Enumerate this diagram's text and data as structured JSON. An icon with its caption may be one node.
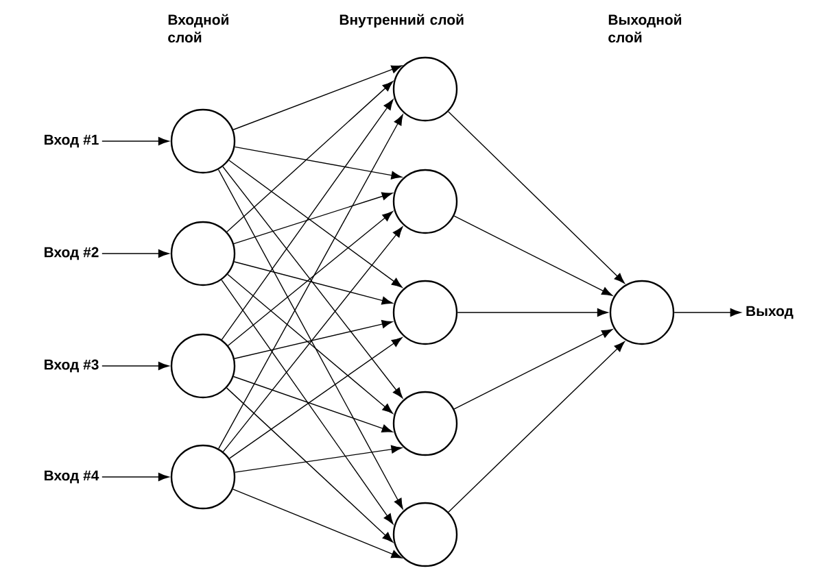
{
  "diagram": {
    "nodes": [
      {
        "text": [
          "Вход #1"
        ]
      },
      {
        "text": [
          "Вход #2"
        ]
      },
      {
        "text": [
          "Вход #3"
        ]
      },
      {
        "text": [
          "Вход #4"
        ]
      },
      {
        "text": [],
        "shape": "circle"
      },
      {
        "text": [],
        "shape": "circle"
      },
      {
        "text": [],
        "shape": "circle"
      },
      {
        "text": [],
        "shape": "circle"
      },
      {
        "text": [],
        "shape": "circle"
      },
      {
        "text": [],
        "shape": "circle"
      },
      {
        "text": [],
        "shape": "circle"
      },
      {
        "text": [],
        "shape": "circle"
      },
      {
        "text": [],
        "shape": "circle"
      },
      {
        "text": [],
        "shape": "circle"
      },
      {
        "text": [
          "Выход"
        ]
      }
    ],
    "edges": [
      {
        "from": 0,
        "to": 4,
        "arrow": "to"
      },
      {
        "from": 1,
        "to": 5,
        "arrow": "to"
      },
      {
        "from": 2,
        "to": 6,
        "arrow": "to"
      },
      {
        "from": 3,
        "to": 7,
        "arrow": "to"
      },
      {
        "from": 4,
        "to": 8,
        "arrow": "to"
      },
      {
        "from": 4,
        "to": 9,
        "arrow": "to"
      },
      {
        "from": 4,
        "to": 10,
        "arrow": "to"
      },
      {
        "from": 4,
        "to": 11,
        "arrow": "to"
      },
      {
        "from": 4,
        "to": 12,
        "arrow": "to"
      },
      {
        "from": 5,
        "to": 8,
        "arrow": "to"
      },
      {
        "from": 5,
        "to": 9,
        "arrow": "to"
      },
      {
        "from": 5,
        "to": 10,
        "arrow": "to"
      },
      {
        "from": 5,
        "to": 11,
        "arrow": "to"
      },
      {
        "from": 5,
        "to": 12,
        "arrow": "to"
      },
      {
        "from": 6,
        "to": 8,
        "arrow": "to"
      },
      {
        "from": 6,
        "to": 9,
        "arrow": "to"
      },
      {
        "from": 6,
        "to": 10,
        "arrow": "to"
      },
      {
        "from": 6,
        "to": 11,
        "arrow": "to"
      },
      {
        "from": 6,
        "to": 12,
        "arrow": "to"
      },
      {
        "from": 7,
        "to": 8,
        "arrow": "to"
      },
      {
        "from": 7,
        "to": 9,
        "arrow": "to"
      },
      {
        "from": 7,
        "to": 10,
        "arrow": "to"
      },
      {
        "from": 7,
        "to": 11,
        "arrow": "to"
      },
      {
        "from": 7,
        "to": 12,
        "arrow": "to"
      },
      {
        "from": 8,
        "to": 13,
        "arrow": "to"
      },
      {
        "from": 9,
        "to": 13,
        "arrow": "to"
      },
      {
        "from": 10,
        "to": 13,
        "arrow": "to"
      },
      {
        "from": 11,
        "to": 13,
        "arrow": "to"
      },
      {
        "from": 12,
        "to": 13,
        "arrow": "to"
      },
      {
        "from": 13,
        "to": 14,
        "arrow": "to"
      }
    ],
    "labels": [
      "Входной слой",
      "Внутренний слой",
      "Выходной слой"
    ]
  }
}
